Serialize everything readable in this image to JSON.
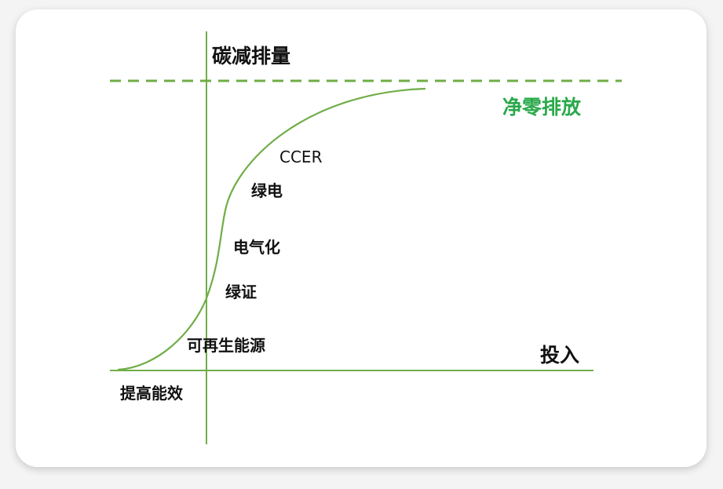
{
  "colors": {
    "line": "#70ad47",
    "net_zero": "#2aa84a",
    "text": "#111111"
  },
  "diagram": {
    "y_axis_label": "碳减排量",
    "x_axis_label": "投入",
    "net_zero_label": "净零排放",
    "stages": [
      "提高能效",
      "可再生能源",
      "绿证",
      "电气化",
      "绿电",
      "CCER"
    ]
  }
}
